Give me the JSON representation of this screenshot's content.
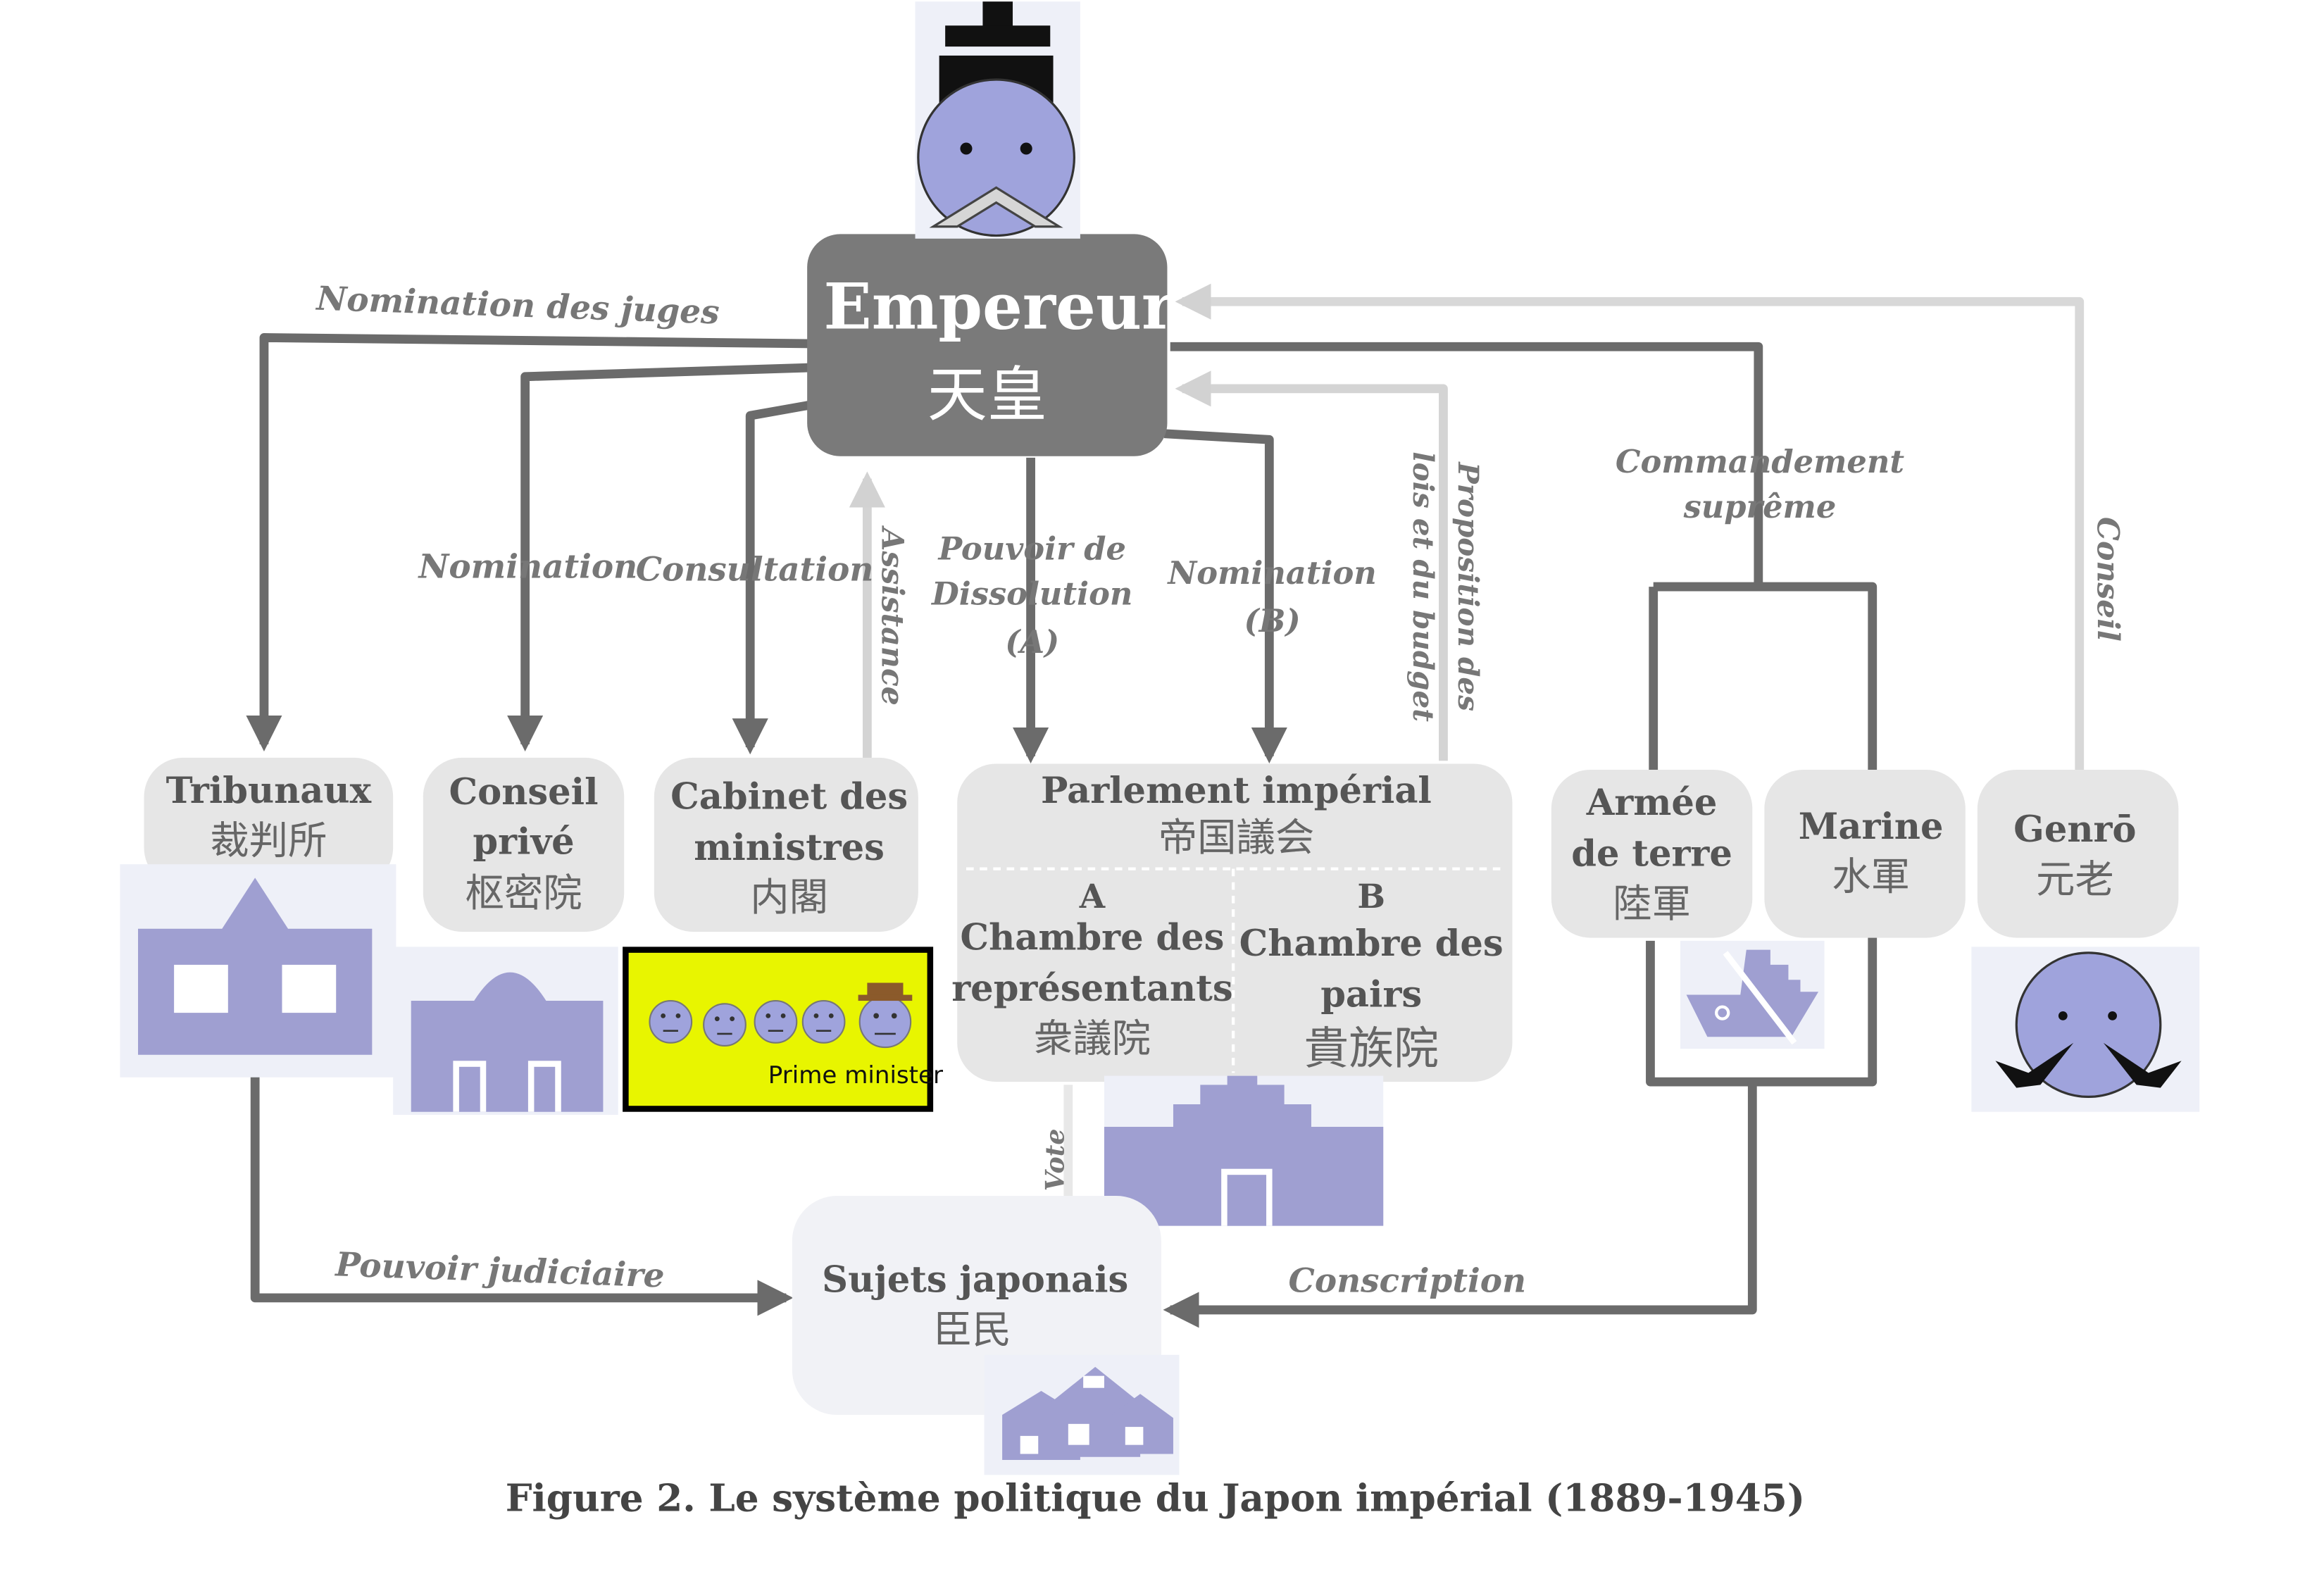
{
  "caption": "Figure 2. Le système politique du Japon impérial (1889-1945)",
  "nodes": {
    "emperor": {
      "title": "Empereur",
      "kanji": "天皇"
    },
    "courts": {
      "title": "Tribunaux",
      "kanji": "裁判所"
    },
    "privy_council": {
      "title_1": "Conseil",
      "title_2": "privé",
      "kanji": "枢密院"
    },
    "cabinet": {
      "title_1": "Cabinet des",
      "title_2": "ministres",
      "kanji": "内閣"
    },
    "parliament": {
      "title": "Parlement impérial",
      "kanji": "帝国議会"
    },
    "chamber_a": {
      "letter": "A",
      "title_1": "Chambre des",
      "title_2": "représentants",
      "kanji": "衆議院"
    },
    "chamber_b": {
      "letter": "B",
      "title_1": "Chambre des",
      "title_2": "pairs",
      "kanji": "貴族院"
    },
    "army": {
      "title_1": "Armée",
      "title_2": "de terre",
      "kanji": "陸軍"
    },
    "navy": {
      "title": "Marine",
      "kanji": "水軍"
    },
    "genro": {
      "title": "Genrō",
      "kanji": "元老"
    },
    "subjects": {
      "title": "Sujets japonais",
      "kanji": "臣民"
    }
  },
  "edges": {
    "judges": "Nomination des juges",
    "nomination_privy": "Nomination",
    "consultation": "Consultation",
    "assistance": "Assistance",
    "dissolution_1": "Pouvoir de",
    "dissolution_2": "Dissolution",
    "dissolution_3": "(A)",
    "nomination_b_1": "Nomination",
    "nomination_b_2": "(B)",
    "proposition_1": "Proposition des",
    "proposition_2": "lois et du budget",
    "command_1": "Commandement",
    "command_2": "suprême",
    "conseil": "Conseil",
    "judicial": "Pouvoir judiciaire",
    "vote": "Vote",
    "conscription": "Conscription"
  },
  "cabinet_sticker": {
    "label": "Prime minister"
  },
  "icons": {
    "emperor": "emperor-face-icon",
    "courts": "courthouse-icon",
    "privy_council": "domed-building-icon",
    "cabinet": "cabinet-faces-icon",
    "parliament": "diet-building-icon",
    "navy": "warship-icon",
    "genro": "genro-face-icon",
    "subjects": "houses-icon"
  },
  "colors": {
    "icon": "#9f9fd1",
    "sticker": "#e8f500",
    "box": "#e6e6e6",
    "line": "#666666",
    "emperor_box": "#7a7a7a"
  }
}
